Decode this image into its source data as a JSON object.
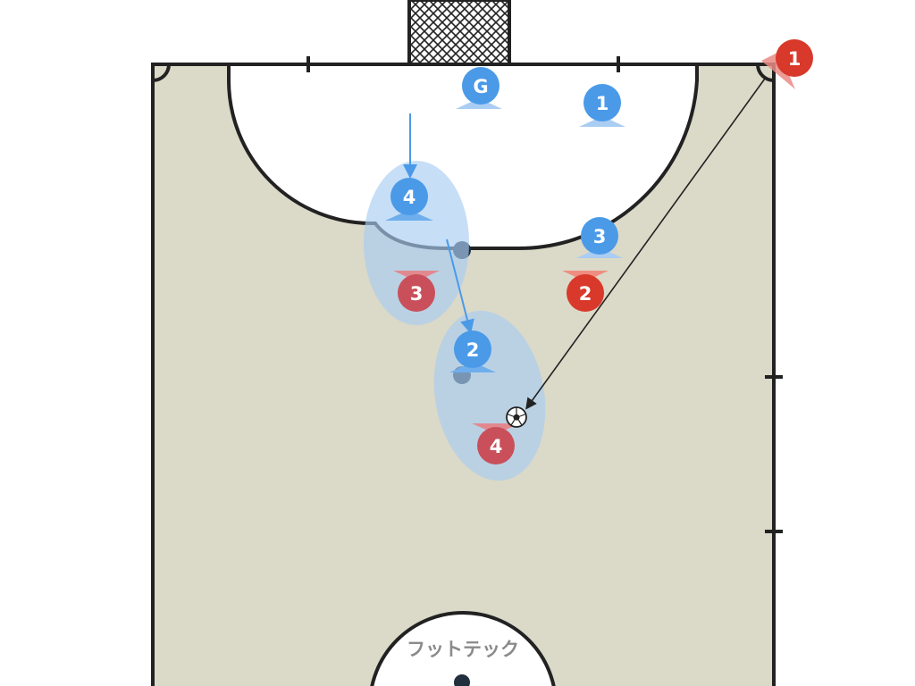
{
  "watermark": "フットテック",
  "colors": {
    "court_fill": "#dbd9c8",
    "court_line": "#222222",
    "attacker": "#4a9ae8",
    "defender": "#c9505a",
    "defender_bright": "#d8392a",
    "highlight": "#a9cdf3"
  },
  "attackers": [
    {
      "id": "attacker-goalkeeper",
      "label": "G"
    },
    {
      "id": "attacker-1",
      "label": "1"
    },
    {
      "id": "attacker-4",
      "label": "4"
    },
    {
      "id": "attacker-3",
      "label": "3"
    },
    {
      "id": "attacker-2",
      "label": "2"
    }
  ],
  "defenders": [
    {
      "id": "defender-1",
      "label": "1"
    },
    {
      "id": "defender-3",
      "label": "3"
    },
    {
      "id": "defender-2",
      "label": "2"
    },
    {
      "id": "defender-4",
      "label": "4"
    }
  ],
  "ball": {
    "icon": "soccer-ball-icon"
  }
}
